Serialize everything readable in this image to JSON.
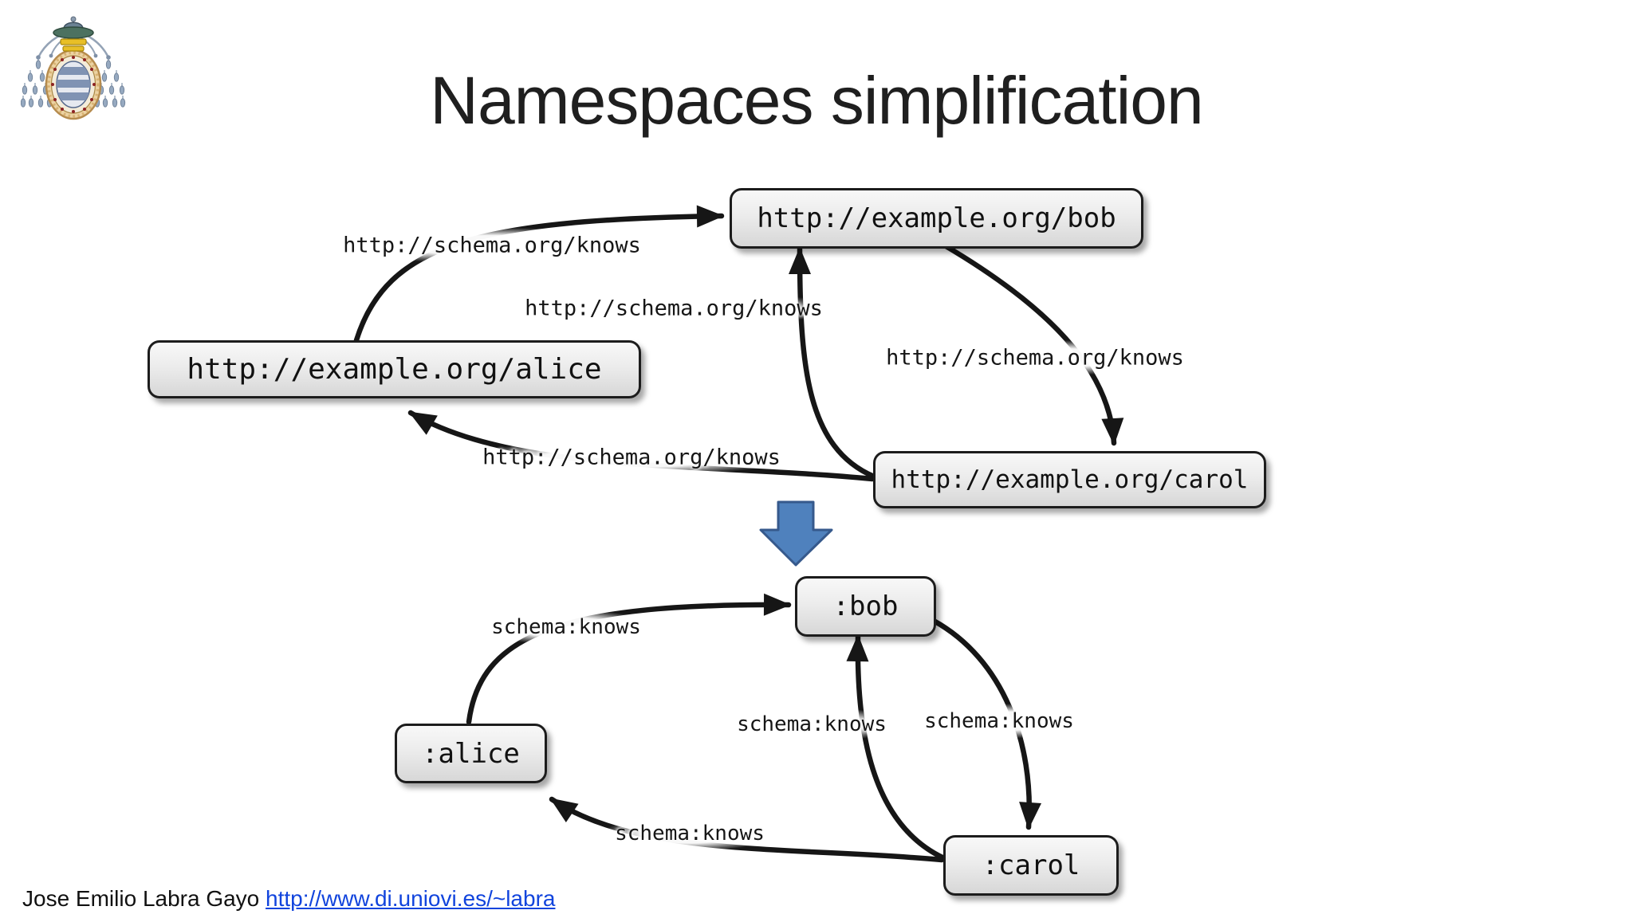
{
  "slide": {
    "title": "Namespaces simplification",
    "footer": {
      "author": "Jose Emilio Labra Gayo ",
      "link_text": "http://www.di.uniovi.es/~labra",
      "link_href": "http://www.di.uniovi.es/~labra"
    },
    "logo": "university-of-oviedo-crest"
  },
  "colors": {
    "edge": "#161616",
    "node_border": "#1c1c1c",
    "node_fill_top": "#f8f8f8",
    "node_fill_bottom": "#d7d7d7",
    "transform_arrow_fill": "#4f81bd",
    "transform_arrow_border": "#36598c",
    "link": "#1144dd"
  },
  "upper_graph": {
    "description": "RDF graph written with full URIs",
    "nodes": [
      {
        "id": "alice",
        "label": "http://example.org/alice"
      },
      {
        "id": "bob",
        "label": "http://example.org/bob"
      },
      {
        "id": "carol",
        "label": "http://example.org/carol"
      }
    ],
    "edges": [
      {
        "from": "alice",
        "to": "bob",
        "label": "http://schema.org/knows"
      },
      {
        "from": "carol",
        "to": "bob",
        "label": "http://schema.org/knows"
      },
      {
        "from": "bob",
        "to": "carol",
        "label": "http://schema.org/knows"
      },
      {
        "from": "carol",
        "to": "alice",
        "label": "http://schema.org/knows"
      }
    ]
  },
  "lower_graph": {
    "description": "Same RDF graph written with prefixed names",
    "nodes": [
      {
        "id": "alice",
        "label": ":alice"
      },
      {
        "id": "bob",
        "label": ":bob"
      },
      {
        "id": "carol",
        "label": ":carol"
      }
    ],
    "edges": [
      {
        "from": "alice",
        "to": "bob",
        "label": "schema:knows"
      },
      {
        "from": "carol",
        "to": "bob",
        "label": "schema:knows"
      },
      {
        "from": "bob",
        "to": "carol",
        "label": "schema:knows"
      },
      {
        "from": "carol",
        "to": "alice",
        "label": "schema:knows"
      }
    ]
  }
}
